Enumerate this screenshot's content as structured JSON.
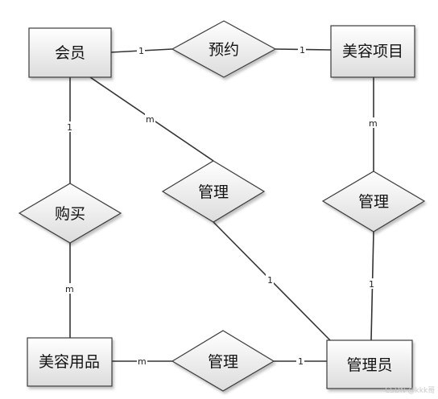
{
  "entities": {
    "member": "会员",
    "beauty_item": "美容项目",
    "beauty_product": "美容用品",
    "admin": "管理员"
  },
  "relationships": {
    "reserve": "预约",
    "purchase": "购买",
    "manage_members": "管理",
    "manage_items": "管理",
    "manage_products": "管理"
  },
  "cardinalities": {
    "member_reserve": "1",
    "reserve_item": "1",
    "member_purchase": "1",
    "purchase_product": "m",
    "member_manage": "m",
    "manage_admin": "1",
    "item_manage": "m",
    "manage_admin_right": "1",
    "product_manage": "m",
    "manage_admin_bottom": "1"
  },
  "watermark": "CSDN @kkk哥",
  "colors": {
    "entity_fill_top": "#ffffff",
    "entity_fill_bottom": "#dcdcdc",
    "stroke": "#3a3a3a",
    "line": "#333333"
  }
}
